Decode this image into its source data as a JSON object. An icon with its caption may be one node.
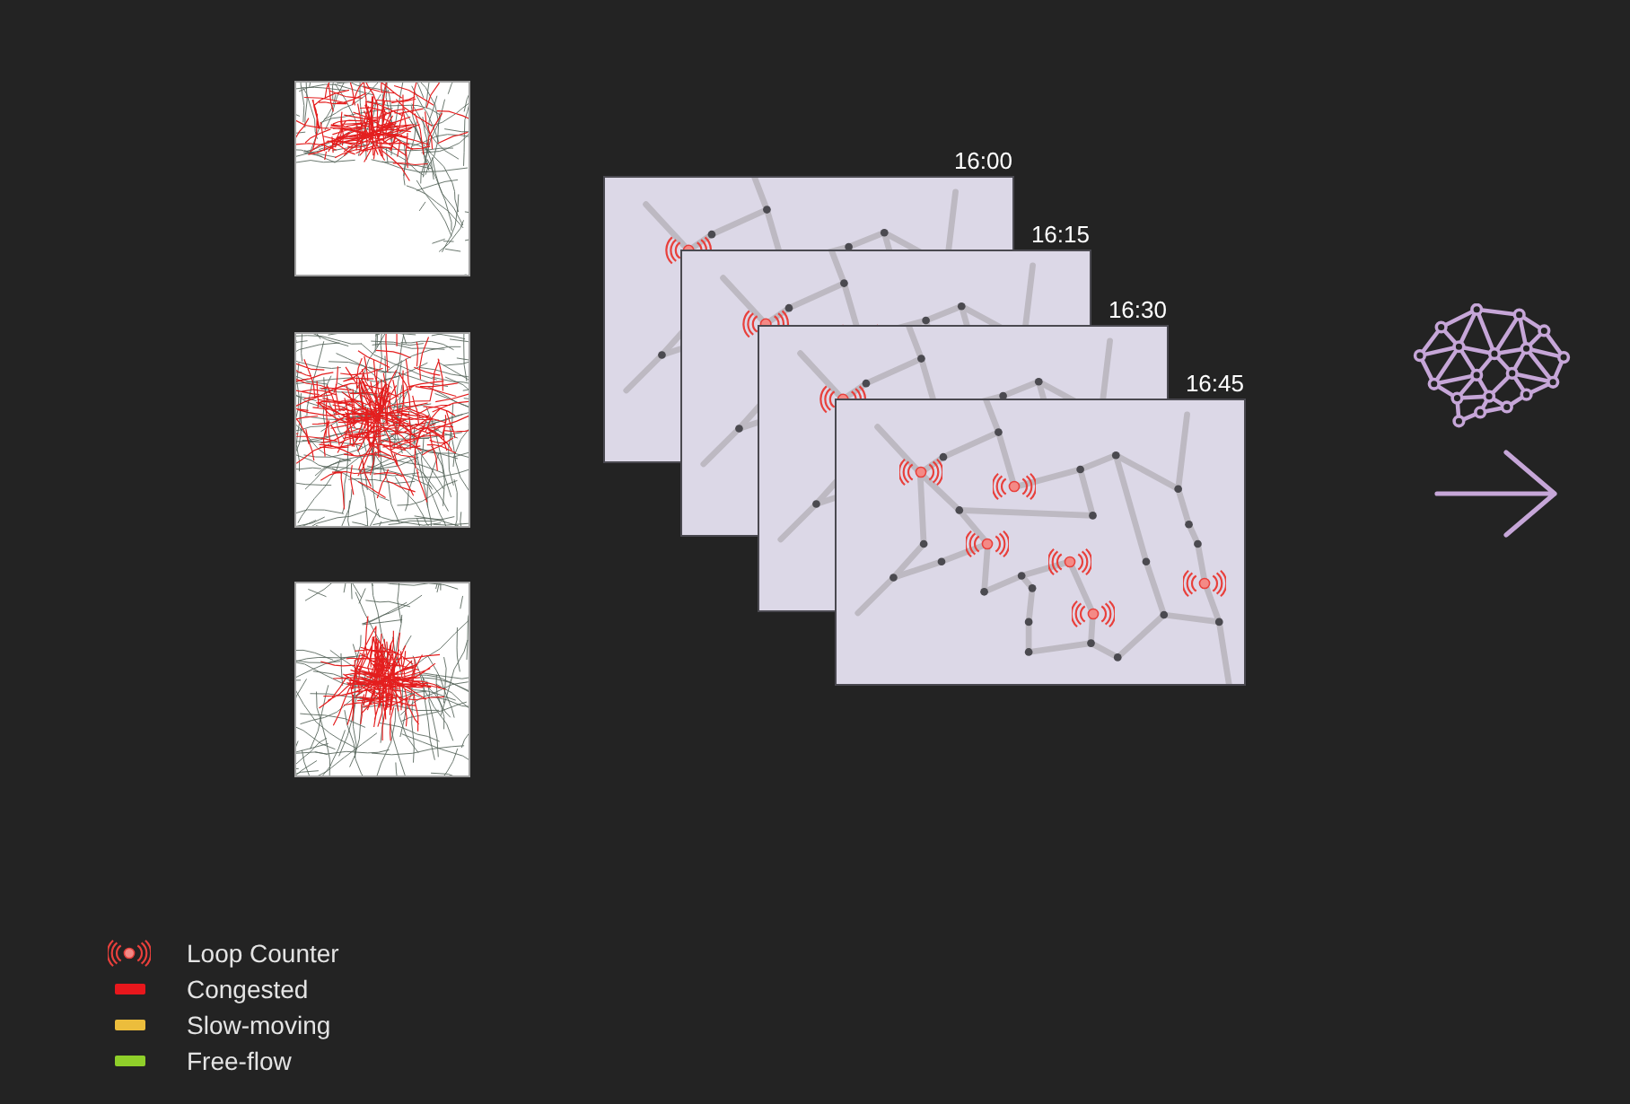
{
  "diagram": {
    "nodes": [
      {
        "text": [],
        "shape": "picture"
      },
      {
        "text": [],
        "shape": "picture"
      },
      {
        "text": [],
        "shape": "picture"
      },
      {
        "text": [
          "16:00"
        ]
      },
      {
        "text": [
          "16:15"
        ]
      },
      {
        "text": [
          "16:30"
        ]
      },
      {
        "text": [
          "16:45"
        ]
      }
    ],
    "legend": [
      {
        "text": "Loop Counter"
      },
      {
        "text": "Congested",
        "color": "#e8171c"
      },
      {
        "text": "Slow-moving",
        "color": "#ecbd3c"
      },
      {
        "text": "Free-flow",
        "color": "#8fcf2a"
      }
    ]
  }
}
